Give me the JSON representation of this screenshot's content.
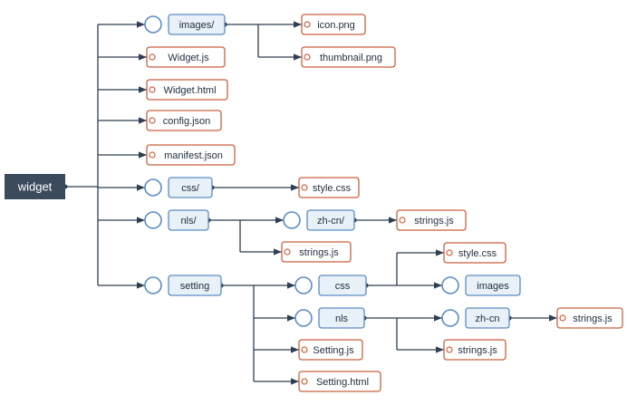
{
  "diagram": {
    "root": "widget",
    "nodes": [
      {
        "id": "images",
        "label": "images/",
        "kind": "folder"
      },
      {
        "id": "icon",
        "label": "icon.png",
        "kind": "file"
      },
      {
        "id": "thumb",
        "label": "thumbnail.png",
        "kind": "file"
      },
      {
        "id": "widgetjs",
        "label": "Widget.js",
        "kind": "file"
      },
      {
        "id": "widgethtml",
        "label": "Widget.html",
        "kind": "file"
      },
      {
        "id": "config",
        "label": "config.json",
        "kind": "file"
      },
      {
        "id": "manifest",
        "label": "manifest.json",
        "kind": "file"
      },
      {
        "id": "css",
        "label": "css/",
        "kind": "folder"
      },
      {
        "id": "stylecss",
        "label": "style.css",
        "kind": "file"
      },
      {
        "id": "nls",
        "label": "nls/",
        "kind": "folder"
      },
      {
        "id": "zhcn",
        "label": "zh-cn/",
        "kind": "folder"
      },
      {
        "id": "strings1",
        "label": "strings.js",
        "kind": "file"
      },
      {
        "id": "strings2",
        "label": "strings.js",
        "kind": "file"
      },
      {
        "id": "setting",
        "label": "setting",
        "kind": "folder"
      },
      {
        "id": "scss",
        "label": "css",
        "kind": "folder"
      },
      {
        "id": "sstyle",
        "label": "style.css",
        "kind": "file"
      },
      {
        "id": "simages",
        "label": "images",
        "kind": "folder"
      },
      {
        "id": "snls",
        "label": "nls",
        "kind": "folder"
      },
      {
        "id": "szhcn",
        "label": "zh-cn",
        "kind": "folder"
      },
      {
        "id": "sstrings1",
        "label": "strings.js",
        "kind": "file"
      },
      {
        "id": "sstrings2",
        "label": "strings.js",
        "kind": "file"
      },
      {
        "id": "settingjs",
        "label": "Setting.js",
        "kind": "file"
      },
      {
        "id": "settinghtml",
        "label": "Setting.html",
        "kind": "file"
      }
    ],
    "edges": [
      [
        "widget",
        "images"
      ],
      [
        "widget",
        "widgetjs"
      ],
      [
        "widget",
        "widgethtml"
      ],
      [
        "widget",
        "config"
      ],
      [
        "widget",
        "manifest"
      ],
      [
        "widget",
        "css"
      ],
      [
        "widget",
        "nls"
      ],
      [
        "widget",
        "setting"
      ],
      [
        "images",
        "icon"
      ],
      [
        "images",
        "thumb"
      ],
      [
        "css",
        "stylecss"
      ],
      [
        "nls",
        "zhcn"
      ],
      [
        "nls",
        "strings2"
      ],
      [
        "zhcn",
        "strings1"
      ],
      [
        "setting",
        "scss"
      ],
      [
        "setting",
        "snls"
      ],
      [
        "setting",
        "settingjs"
      ],
      [
        "setting",
        "settinghtml"
      ],
      [
        "scss",
        "sstyle"
      ],
      [
        "scss",
        "simages"
      ],
      [
        "snls",
        "szhcn"
      ],
      [
        "snls",
        "sstrings2"
      ],
      [
        "szhcn",
        "sstrings1"
      ]
    ],
    "colors": {
      "line": "#2f3f52",
      "root_fill": "#3b4a5d",
      "root_text": "#ffffff",
      "folder_border": "#5b8dc2",
      "folder_fill": "#e8f0f8",
      "file_border": "#c9623f",
      "file_fill": "#ffffff"
    }
  }
}
